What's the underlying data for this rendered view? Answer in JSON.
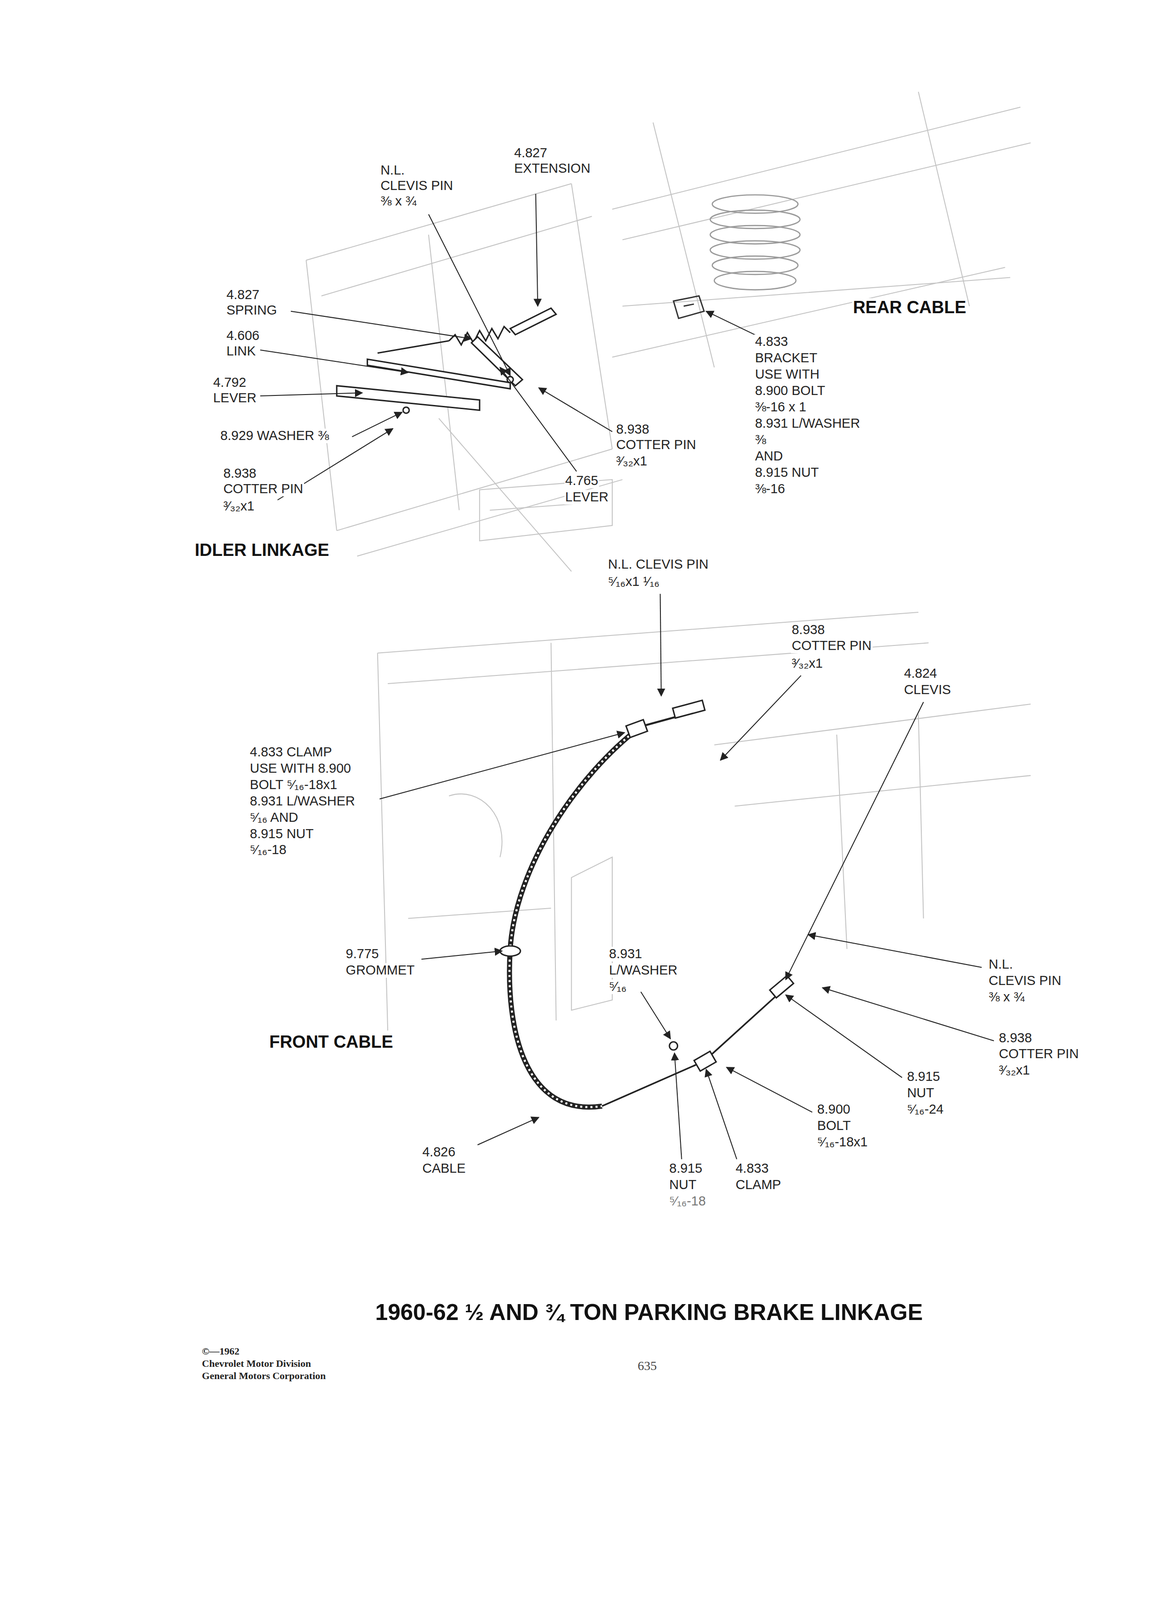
{
  "diagram": {
    "title": "1960-62 ½ AND ¾ TON PARKING BRAKE LINKAGE",
    "labels": [
      "4.827",
      "EXTENSION",
      "N.L.",
      "CLEVIS PIN",
      "⅜ x ¾",
      "4.827",
      "SPRING",
      "4.606",
      "LINK",
      "4.792",
      "LEVER",
      "8.929 WASHER ⅜",
      "8.938",
      "COTTER PIN",
      "³⁄₃₂x1",
      "8.938",
      "COTTER PIN",
      "³⁄₃₂x1",
      "4.765",
      "LEVER",
      "IDLER LINKAGE",
      "REAR CABLE",
      "4.833",
      "BRACKET",
      "USE WITH",
      "8.900 BOLT",
      "⅜-16 x 1",
      "8.931 L/WASHER",
      "⅜",
      "AND",
      "8.915 NUT",
      "⅜-16",
      "N.L. CLEVIS PIN",
      "⁵⁄₁₆x1 ¹⁄₁₆",
      "8.938",
      "COTTER PIN",
      "³⁄₃₂x1",
      "4.824",
      "CLEVIS",
      "4.833 CLAMP",
      "USE WITH 8.900",
      "BOLT ⁵⁄₁₆-18x1",
      "8.931 L/WASHER",
      "⁵⁄₁₆ AND",
      "8.915 NUT",
      "⁵⁄₁₆-18",
      "9.775",
      "GROMMET",
      "FRONT CABLE",
      "8.931",
      "L/WASHER",
      "⁵⁄₁₆",
      "N.L.",
      "CLEVIS PIN",
      "⅜ x ¾",
      "8.938",
      "COTTER PIN",
      "³⁄₃₂x1",
      "8.915",
      "NUT",
      "⁵⁄₁₆-24",
      "8.900",
      "BOLT",
      "⁵⁄₁₆-18x1",
      "4.826",
      "CABLE",
      "8.915",
      "NUT",
      "⁵⁄₁₆-18",
      "4.833",
      "CLAMP",
      "©—1962",
      "Chevrolet Motor Division",
      "General Motors Corporation",
      "635"
    ]
  }
}
